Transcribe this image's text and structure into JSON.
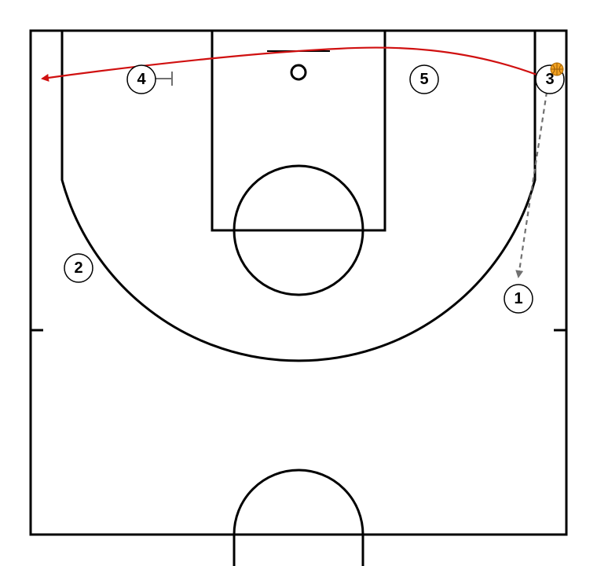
{
  "colors": {
    "court_lines": "#000000",
    "background": "#ffffff",
    "cut_arrow": "#d01010",
    "pass_arrow": "#707070",
    "screen": "#707070",
    "ball": "#f0a020"
  },
  "players": [
    {
      "id": "p1",
      "label": "1"
    },
    {
      "id": "p2",
      "label": "2"
    },
    {
      "id": "p3",
      "label": "3",
      "has_ball": true
    },
    {
      "id": "p4",
      "label": "4",
      "screen": true
    },
    {
      "id": "p5",
      "label": "5"
    }
  ],
  "actions": [
    {
      "type": "cut",
      "from": "3",
      "style": "solid",
      "icon": "arrow-left-icon"
    },
    {
      "type": "pass",
      "from": "3",
      "to": "1",
      "style": "dashed",
      "icon": "arrow-down-icon"
    },
    {
      "type": "screen",
      "by": "4",
      "icon": "screen-tee-icon"
    }
  ],
  "icons": {
    "ball": "basketball-icon"
  }
}
